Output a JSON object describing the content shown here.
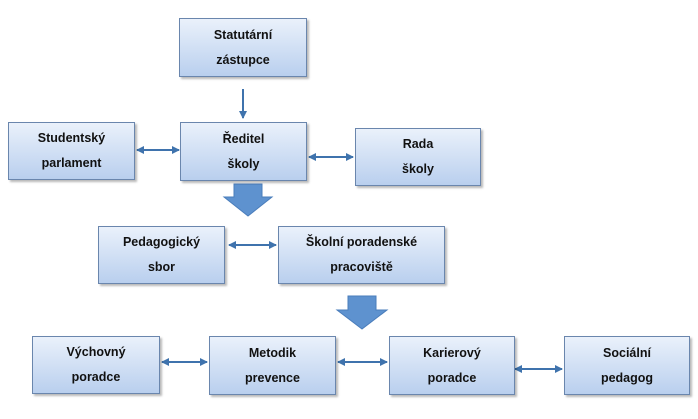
{
  "nodes": {
    "statutarni": {
      "line1": "Statutární",
      "line2": "zástupce"
    },
    "studentsky": {
      "line1": "Studentský",
      "line2": "parlament"
    },
    "reditel": {
      "line1": "Ředitel",
      "line2": "školy"
    },
    "rada": {
      "line1": "Rada",
      "line2": "školy"
    },
    "pedagogicky": {
      "line1": "Pedagogický",
      "line2": "sbor"
    },
    "poradenske": {
      "line1": "Školní poradenské",
      "line2": "pracoviště"
    },
    "vychovny": {
      "line1": "Výchovný",
      "line2": "poradce"
    },
    "metodik": {
      "line1": "Metodik",
      "line2": "prevence"
    },
    "karierovy": {
      "line1": "Karierový",
      "line2": "poradce"
    },
    "socialni": {
      "line1": "Sociální",
      "line2": "pedagog"
    }
  },
  "colors": {
    "box_top": "#eaf1fb",
    "box_bottom": "#b9cfee",
    "box_border": "#6a86ad",
    "arrow": "#3f73ad",
    "chevron": "#5e92cf"
  }
}
